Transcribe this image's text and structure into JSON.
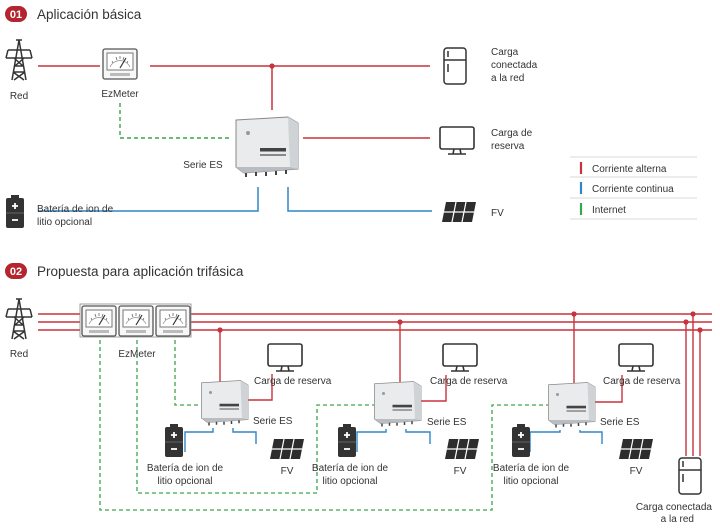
{
  "colors": {
    "ac": "#c8323c",
    "dc": "#2f86c8",
    "internet": "#3aa64a",
    "badge": "#b3262f"
  },
  "section1": {
    "number": "01",
    "title": "Aplicación básica",
    "grid_label": "Red",
    "meter_label": "EzMeter",
    "inverter_label": "Serie ES",
    "load_grid_label": [
      "Carga",
      "conectada",
      "a la red"
    ],
    "load_backup_label": [
      "Carga de",
      "reserva"
    ],
    "battery_label": [
      "Batería de ion de",
      "litio opcional"
    ],
    "pv_label": "FV"
  },
  "legend": {
    "ac": "Corriente alterna",
    "dc": "Corriente continua",
    "internet": "Internet"
  },
  "section2": {
    "number": "02",
    "title": "Propuesta para aplicación trifásica",
    "grid_label": "Red",
    "meter_label": "EzMeter",
    "units": [
      {
        "backup": "Carga de reserva",
        "inverter": "Serie ES",
        "battery": [
          "Batería de ion de",
          "litio opcional"
        ],
        "pv": "FV"
      },
      {
        "backup": "Carga de reserva",
        "inverter": "Serie ES",
        "battery": [
          "Batería de ion de",
          "litio opcional"
        ],
        "pv": "FV"
      },
      {
        "backup": "Carga de reserva",
        "inverter": "Serie ES",
        "battery": [
          "Batería de ion de",
          "litio opcional"
        ],
        "pv": "FV"
      }
    ],
    "load_grid_label": [
      "Carga conectada",
      "a la red"
    ]
  }
}
